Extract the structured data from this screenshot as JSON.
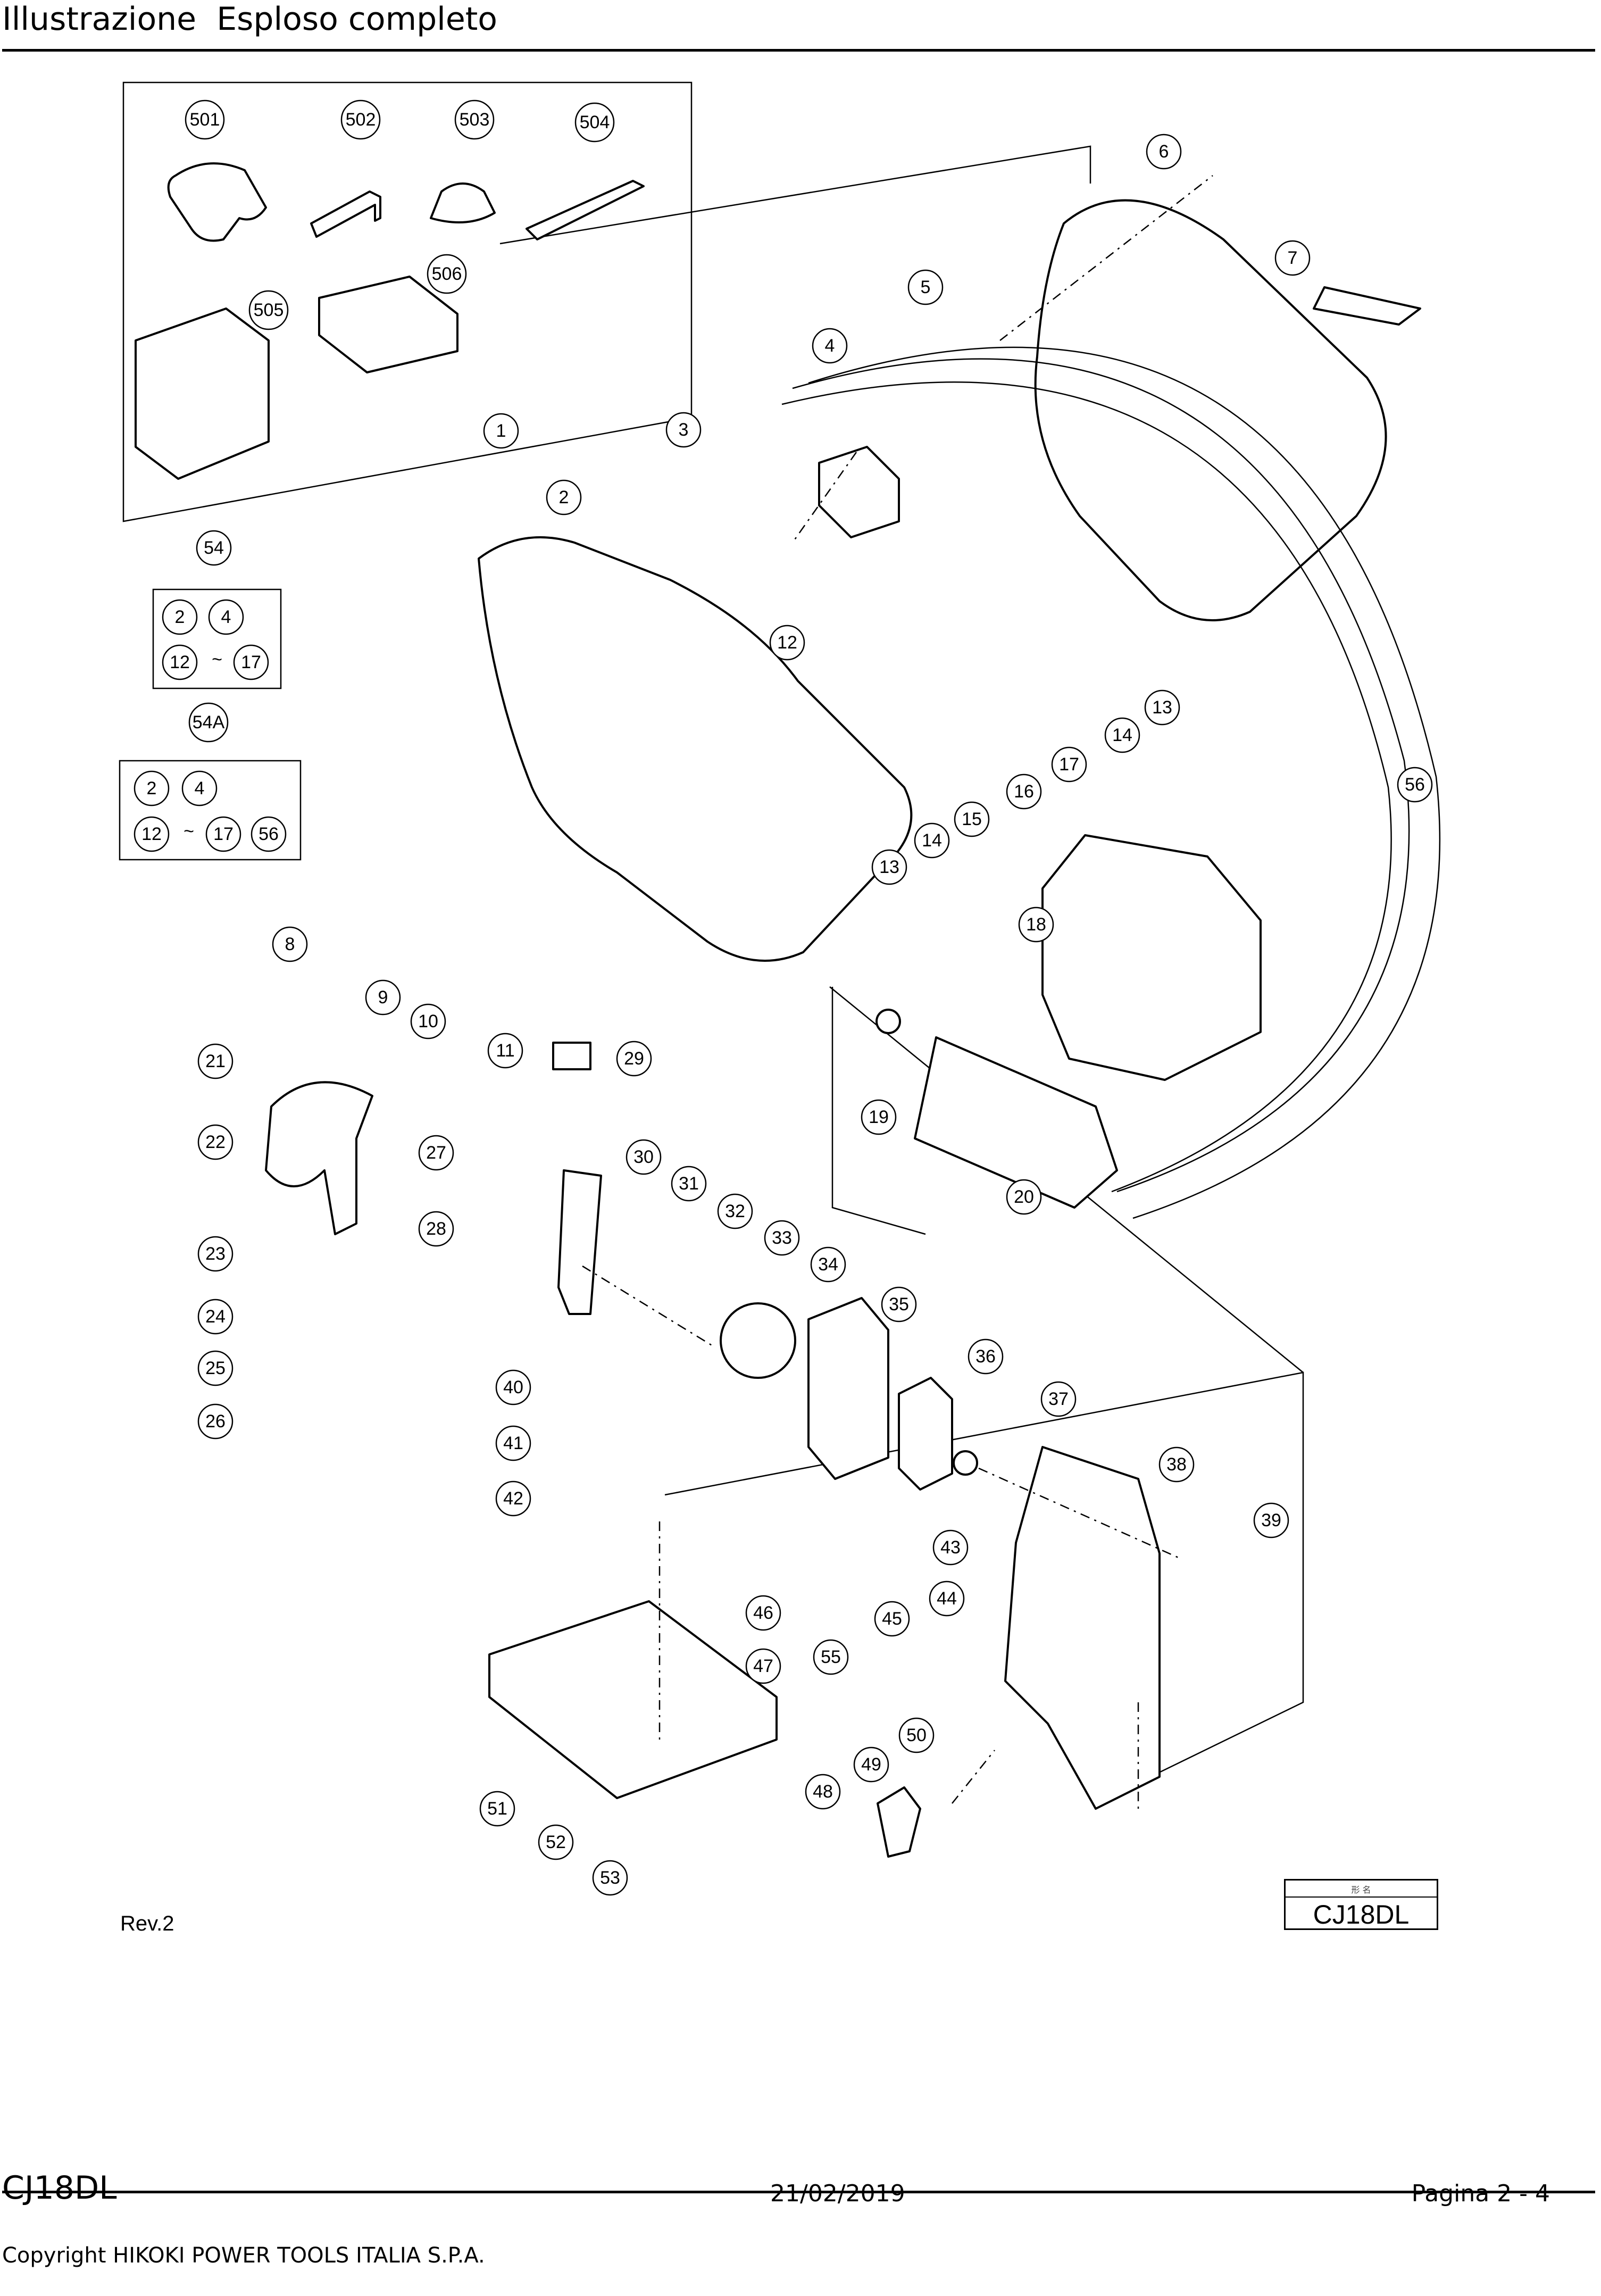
{
  "header": {
    "title": "Illustrazione  Esploso completo"
  },
  "footer": {
    "model": "CJ18DL",
    "date": "21/02/2019",
    "page": "Pagina 2 - 4",
    "copyright": "Copyright HIKOKI POWER TOOLS ITALIA S.P.A."
  },
  "diagram": {
    "revision": "Rev.2",
    "title_block": {
      "small_label": "形 名",
      "model": "CJ18DL"
    },
    "kit_54": {
      "label": "54",
      "row1": [
        "2",
        "4"
      ],
      "row2": [
        "12",
        "17"
      ],
      "range_sign": "~"
    },
    "kit_54A": {
      "label": "54A",
      "row1": [
        "2",
        "4"
      ],
      "row2": [
        "12",
        "17",
        "56"
      ],
      "range_sign": "~"
    },
    "callouts": [
      "501",
      "502",
      "503",
      "504",
      "505",
      "506",
      "1",
      "2",
      "3",
      "4",
      "5",
      "6",
      "7",
      "8",
      "9",
      "10",
      "11",
      "12",
      "13",
      "14",
      "15",
      "16",
      "17",
      "18",
      "19",
      "20",
      "21",
      "22",
      "23",
      "24",
      "25",
      "26",
      "27",
      "28",
      "29",
      "30",
      "31",
      "32",
      "33",
      "34",
      "35",
      "36",
      "37",
      "38",
      "39",
      "40",
      "41",
      "42",
      "43",
      "44",
      "45",
      "46",
      "47",
      "48",
      "49",
      "50",
      "51",
      "52",
      "53",
      "55",
      "56"
    ]
  }
}
